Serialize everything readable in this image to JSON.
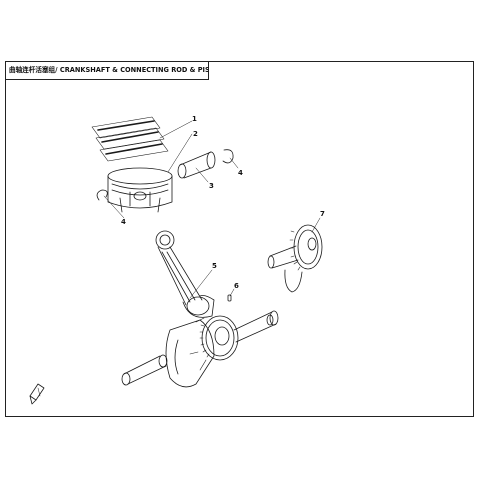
{
  "title": "曲轴连杆活塞组/ CRANKSHAFT & CONNECTING ROD & PISTON ASSY.",
  "callouts": [
    {
      "id": "1",
      "label": "1"
    },
    {
      "id": "2",
      "label": "2"
    },
    {
      "id": "3",
      "label": "3"
    },
    {
      "id": "4a",
      "label": "4"
    },
    {
      "id": "4b",
      "label": "4"
    },
    {
      "id": "5",
      "label": "5"
    },
    {
      "id": "6",
      "label": "6"
    },
    {
      "id": "7",
      "label": "7"
    }
  ],
  "colors": {
    "line": "#1a1a1a",
    "frame": "#222222"
  }
}
